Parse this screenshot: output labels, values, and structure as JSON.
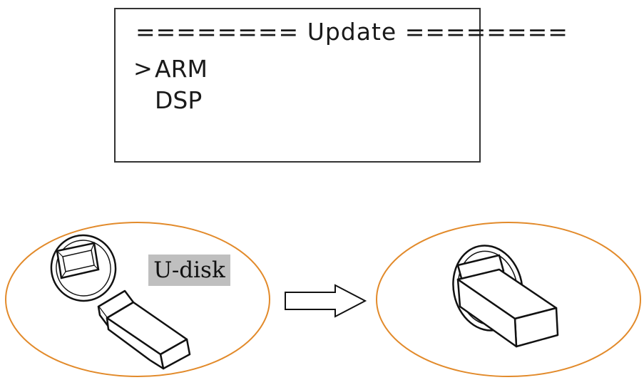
{
  "screen": {
    "title": "======== Update ========",
    "cursor": ">",
    "items": [
      "ARM",
      "DSP"
    ]
  },
  "diagram": {
    "label": "U-disk",
    "accent_color": "#e28a2a"
  }
}
